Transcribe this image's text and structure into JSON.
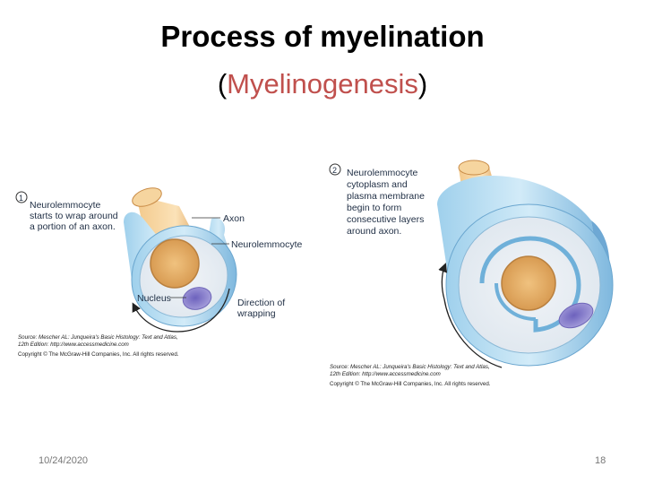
{
  "slide": {
    "title_line1": "Process of myelination",
    "title_paren_open": "(",
    "title_word": "Myelinogenesis",
    "title_paren_close": ")",
    "date": "10/24/2020",
    "page_number": "18"
  },
  "diagram1": {
    "step": "1",
    "caption_lines": [
      "Neurolemmocyte",
      "starts to wrap around",
      "a portion of an axon."
    ],
    "label_axon": "Axon",
    "label_neurolemmocyte": "Neurolemmocyte",
    "label_nucleus": "Nucleus",
    "label_direction_lines": [
      "Direction of",
      "wrapping"
    ],
    "source_lines": [
      "Source: Mescher AL: Junqueira's Basic Histology: Text and Atlas,",
      "12th Edition: http://www.accessmedicine.com",
      "Copyright © The McGraw-Hill Companies, Inc. All rights reserved."
    ]
  },
  "diagram2": {
    "step": "2",
    "caption_lines": [
      "Neurolemmocyte",
      "cytoplasm and",
      "plasma membrane",
      "begin to form",
      "consecutive layers",
      "around axon."
    ],
    "source_lines": [
      "Source: Mescher AL: Junqueira's Basic Histology: Text and Atlas,",
      "12th Edition: http://www.accessmedicine.com",
      "Copyright © The McGraw-Hill Companies, Inc. All rights reserved."
    ]
  },
  "colors": {
    "title_accent": "#c0504d",
    "sheath_blue": "#8ec6e6",
    "sheath_light": "#d9eef8",
    "axon_tan": "#e8b06a",
    "nucleus_purple": "#8f86cf",
    "text_dark": "#1f2e44"
  }
}
